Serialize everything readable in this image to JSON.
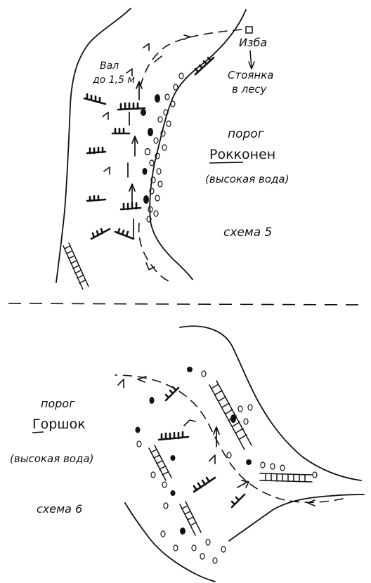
{
  "scheme5": {
    "label_izba": "Изба",
    "label_parking_1": "Стоянка",
    "label_parking_2": "в лесу",
    "label_wave_1": "Вал",
    "label_wave_2": "до 1,5 м",
    "label_rapid_word": "порог",
    "label_rapid_name": "Рокконен",
    "label_water": "(высокая вода)",
    "label_scheme": "схема 5"
  },
  "scheme6": {
    "label_rapid_word": "порог",
    "label_rapid_name": "Горшок",
    "label_water": "(высокая вода)",
    "label_scheme": "схема 6"
  }
}
